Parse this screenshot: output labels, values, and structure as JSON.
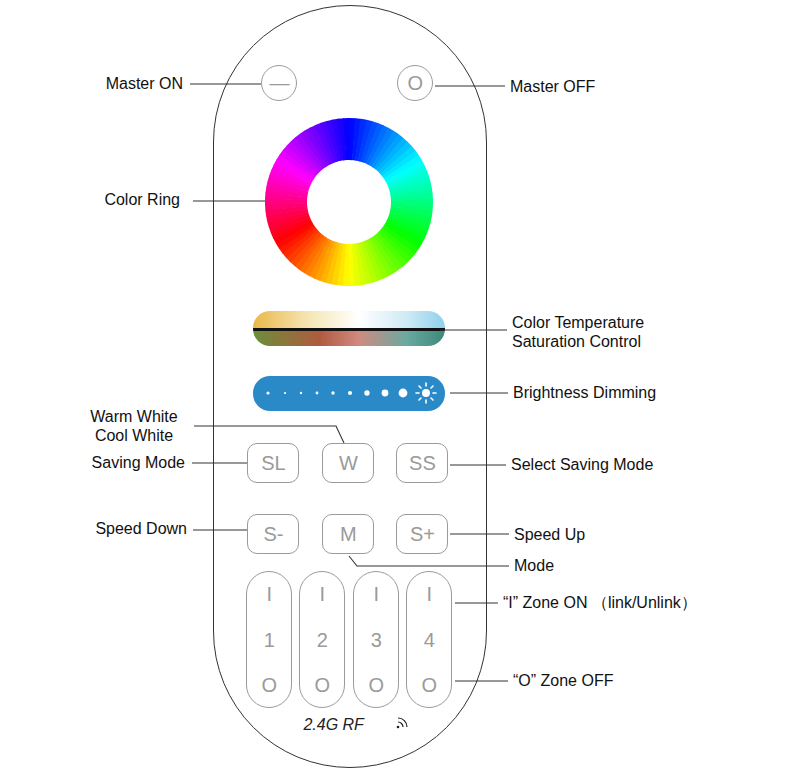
{
  "diagram": {
    "nodes": [
      {
        "text": [
          "2.4G RF"
        ]
      },
      {
        "text": [
          "—"
        ],
        "in": 0
      },
      {
        "text": [
          "O"
        ],
        "in": 0
      },
      {
        "text": [
          "SL"
        ],
        "in": 0
      },
      {
        "text": [
          "W"
        ],
        "in": 0
      },
      {
        "text": [
          "SS"
        ],
        "in": 0
      },
      {
        "text": [
          "S-"
        ],
        "in": 0
      },
      {
        "text": [
          "M"
        ],
        "in": 0
      },
      {
        "text": [
          "S+"
        ],
        "in": 0
      },
      {
        "text": [
          "I",
          "1",
          "O"
        ],
        "in": 0
      },
      {
        "text": [
          "I",
          "2",
          "O"
        ],
        "in": 0
      },
      {
        "text": [
          "I",
          "3",
          "O"
        ],
        "in": 0
      },
      {
        "text": [
          "I",
          "4",
          "O"
        ],
        "in": 0
      }
    ],
    "labels": [
      "Master ON",
      "Master OFF",
      "Color Ring",
      "Color Temperature Saturation Control",
      "Brightness Dimming",
      "Warm White Cool White",
      "Saving Mode",
      "Select Saving Mode",
      "Speed Down",
      "Speed Up",
      "Mode",
      "“I” Zone ON （link/Unlink）",
      "“O” Zone OFF"
    ]
  }
}
